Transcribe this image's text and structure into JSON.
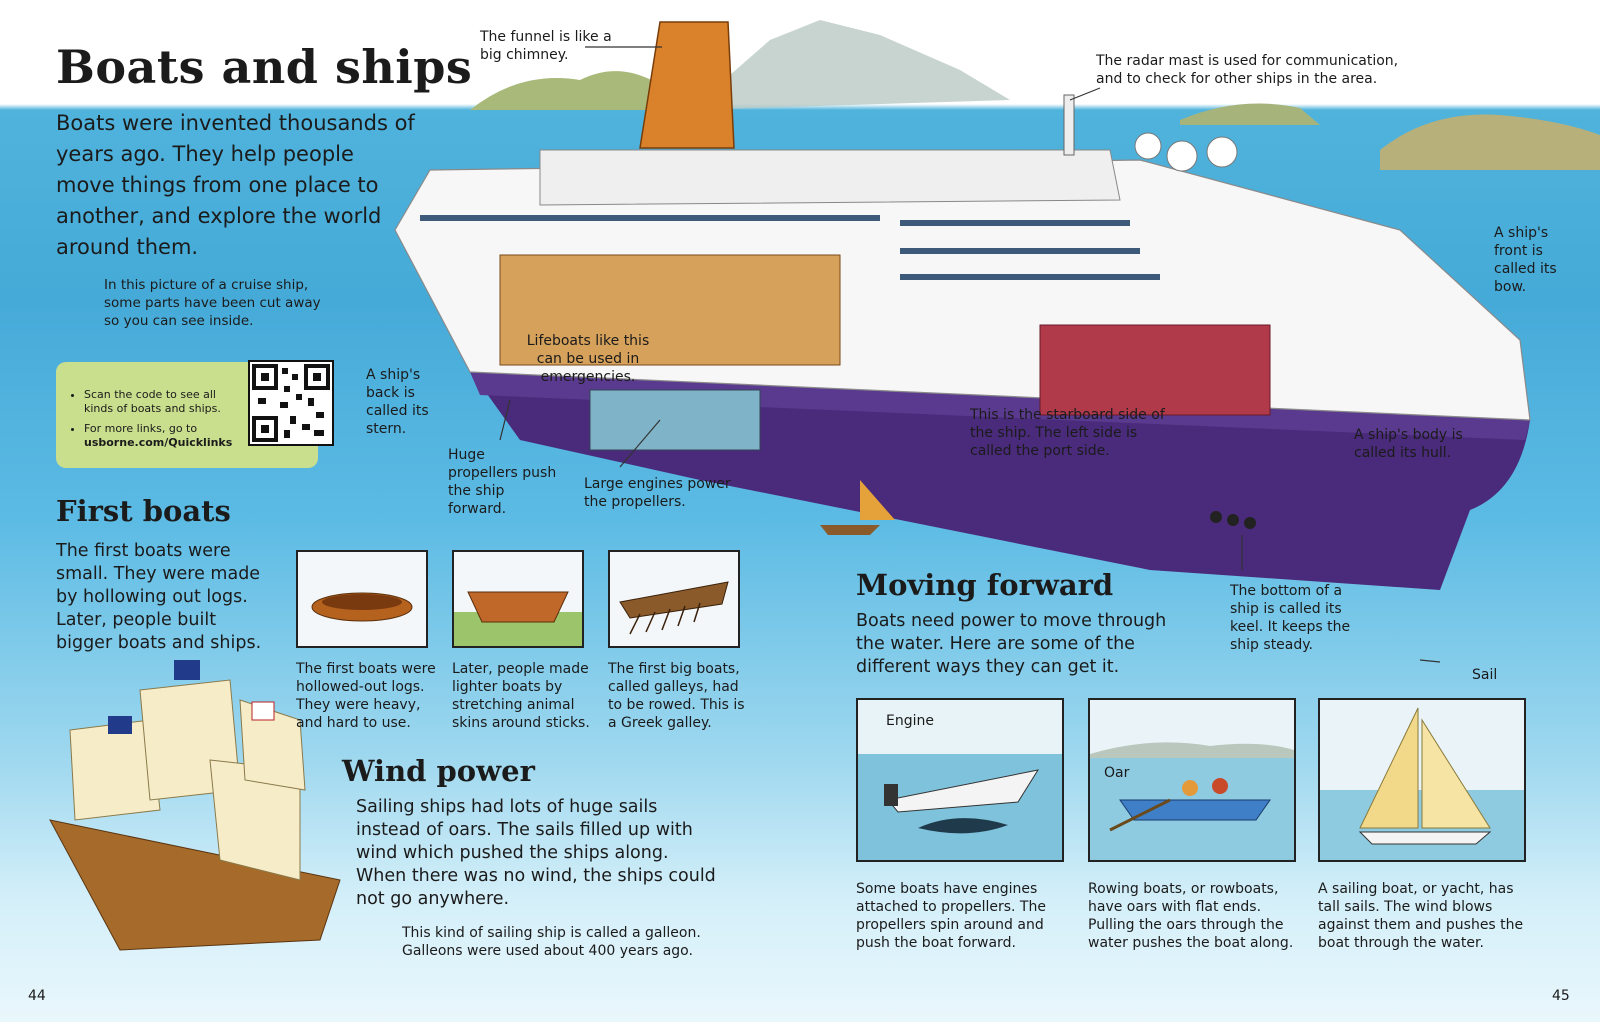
{
  "title": "Boats and ships",
  "intro": "Boats were invented thousands of years ago. They help people move things from one place to another, and explore the world around them.",
  "cutaway_note": "In this picture of a cruise ship, some parts have been cut away so you can see inside.",
  "quicklinks": {
    "item1": "Scan the code to see all kinds of boats and ships.",
    "item2_prefix": "For more links, go to",
    "item2_link": "usborne.com/Quicklinks"
  },
  "labels": {
    "funnel": "The funnel is like a big chimney.",
    "radar": "The radar mast is used for communication, and to check for other ships in the area.",
    "bow": "A ship's front is called its bow.",
    "stern": "A ship's back is called its stern.",
    "lifeboats": "Lifeboats like this can be used in emergencies.",
    "starboard": "This is the starboard side of the ship. The left side is called the port side.",
    "hull": "A ship's body is called its hull.",
    "propellers": "Huge propellers push the ship forward.",
    "engines": "Large engines power the propellers.",
    "keel": "The bottom of a ship is called its keel. It keeps the ship steady."
  },
  "first_boats": {
    "heading": "First boats",
    "text": "The first boats were small. They were made by hollowing out logs. Later, people built bigger boats and ships.",
    "captions": [
      "The first boats were hollowed-out logs. They were heavy, and hard to use.",
      "Later, people made lighter boats by stretching animal skins around sticks.",
      "The first big boats, called galleys, had to be rowed. This is a Greek galley."
    ]
  },
  "wind_power": {
    "heading": "Wind power",
    "text": "Sailing ships had lots of huge sails instead of oars. The sails filled up with wind which pushed the ships along. When there was no wind, the ships could not go anywhere.",
    "note": "This kind of sailing ship is called a galleon. Galleons were used about 400 years ago."
  },
  "moving_forward": {
    "heading": "Moving forward",
    "text": "Boats need power to move through the water. Here are some of the different ways they can get it.",
    "panel_labels": [
      "Engine",
      "Oar",
      "Sail"
    ],
    "captions": [
      "Some boats have engines attached to propellers. The propellers spin around and push the boat forward.",
      "Rowing boats, or rowboats, have oars with flat ends. Pulling the oars through the water pushes the boat along.",
      "A sailing boat, or yacht, has tall sails. The wind blows against them and pushes the boat through the water."
    ]
  },
  "page_numbers": [
    "44",
    "45"
  ],
  "colors": {
    "sea": "#46aad8",
    "hull": "#4a2a7a",
    "funnel": "#d9822b",
    "qr_box": "#c9df8e"
  }
}
